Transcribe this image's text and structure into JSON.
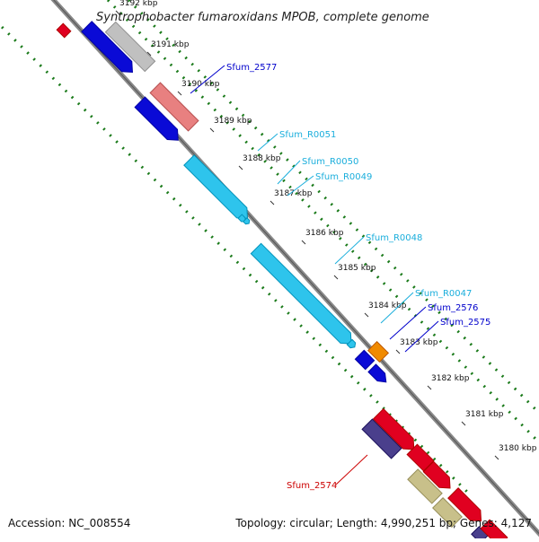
{
  "title": "Syntrophobacter fumaroxidans MPOB, complete genome",
  "accession": "Accession: NC_008554",
  "topology": "Topology: circular; Length: 4,990,251 bp; Genes: 4,127",
  "colors": {
    "backbone": "#888888",
    "gc_dots": "#1a7a1a",
    "cds_blue": "#0a0ad6",
    "rrna_cyan": "#2ec4ec",
    "gray": "#c0c0c0",
    "salmon": "#e88080",
    "red": "#e00020",
    "orange": "#f08a00",
    "purple": "#4a3f8c",
    "olive": "#c8c08a",
    "label_blue": "#0000cc",
    "label_cyan": "#1aaedc",
    "label_red": "#cc0000"
  },
  "ticks": [
    {
      "label": "3192 kbp"
    },
    {
      "label": "3191 kbp"
    },
    {
      "label": "3190 kbp"
    },
    {
      "label": "3189 kbp"
    },
    {
      "label": "3188 kbp"
    },
    {
      "label": "3187 kbp"
    },
    {
      "label": "3186 kbp"
    },
    {
      "label": "3185 kbp"
    },
    {
      "label": "3184 kbp"
    },
    {
      "label": "3183 kbp"
    },
    {
      "label": "3182 kbp"
    },
    {
      "label": "3181 kbp"
    },
    {
      "label": "3180 kbp"
    }
  ],
  "gene_labels": [
    {
      "name": "Sfum_2577",
      "color": "#0000cc"
    },
    {
      "name": "Sfum_R0051",
      "color": "#1aaedc"
    },
    {
      "name": "Sfum_R0050",
      "color": "#1aaedc"
    },
    {
      "name": "Sfum_R0049",
      "color": "#1aaedc"
    },
    {
      "name": "Sfum_R0048",
      "color": "#1aaedc"
    },
    {
      "name": "Sfum_R0047",
      "color": "#1aaedc"
    },
    {
      "name": "Sfum_2576",
      "color": "#0000cc"
    },
    {
      "name": "Sfum_2575",
      "color": "#0000cc"
    },
    {
      "name": "Sfum_2574",
      "color": "#cc0000"
    }
  ]
}
